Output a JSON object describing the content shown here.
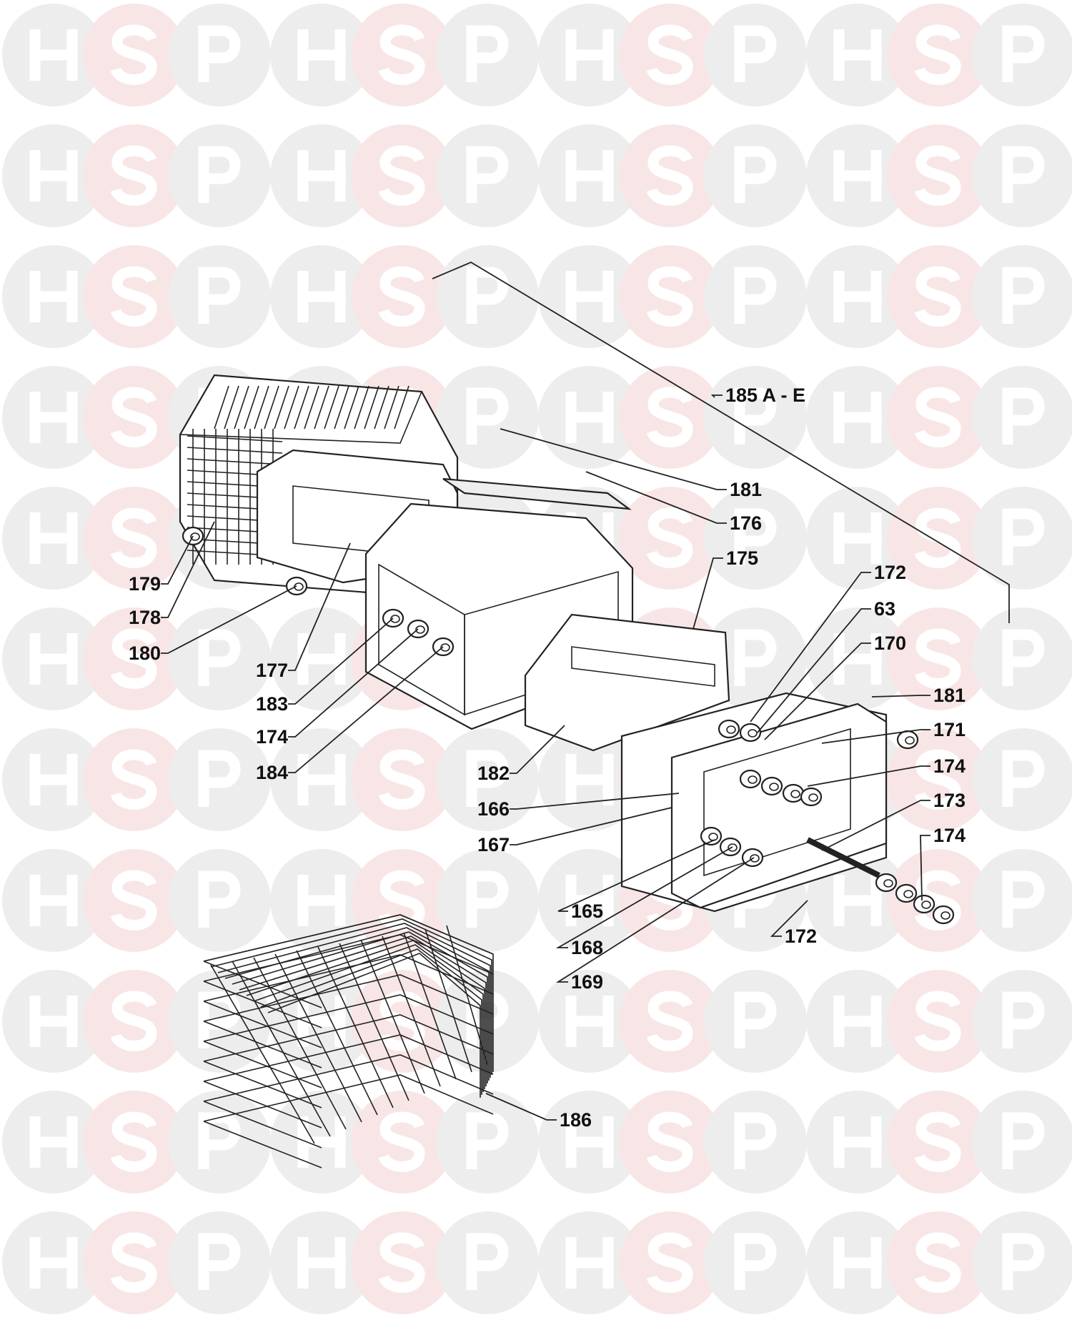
{
  "watermark": {
    "letters": [
      "H",
      "S",
      "P"
    ],
    "colors": {
      "h": "#ededed",
      "s": "#f8e6e6",
      "p": "#ededed"
    }
  },
  "diagram": {
    "labels": [
      "185 A - E",
      "181",
      "176",
      "175",
      "172",
      "63",
      "170",
      "181",
      "171",
      "174",
      "173",
      "174",
      "172",
      "179",
      "178",
      "180",
      "177",
      "183",
      "174",
      "184",
      "182",
      "166",
      "167",
      "165",
      "168",
      "169",
      "186"
    ]
  }
}
